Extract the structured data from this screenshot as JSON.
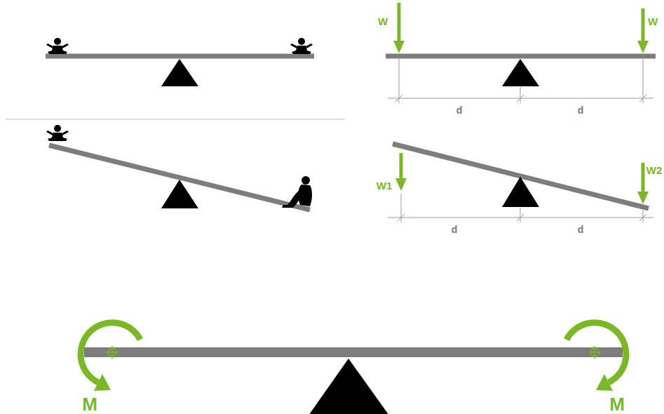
{
  "diagram": {
    "labels": [
      "W",
      "W",
      "d",
      "d",
      "W1",
      "W2",
      "d",
      "d",
      "M",
      "M"
    ]
  }
}
